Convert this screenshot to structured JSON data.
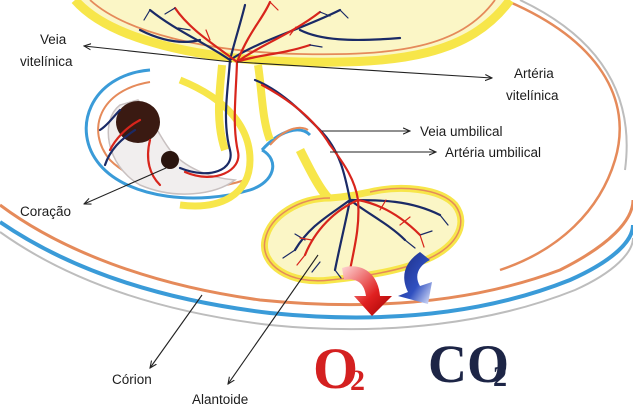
{
  "labels": {
    "veia_vitelinica": [
      "Veia",
      "vitelínica"
    ],
    "arteria_vitelinica": [
      "Artéria",
      "vitelínica"
    ],
    "veia_umbilical": "Veia umbilical",
    "arteria_umbilical": "Artéria umbilical",
    "coracao": "Coração",
    "corion": "Córion",
    "alantoide": "Alantoide"
  },
  "gases": {
    "o2": {
      "symbol": "O",
      "subscript": "2"
    },
    "co2": {
      "symbol": "CO",
      "subscript": "2"
    }
  },
  "colors": {
    "artery": "#d8251c",
    "vein": "#1a2a66",
    "yolk_membrane": "#f7e64a",
    "yolk_fill": "#fbf6c6",
    "outer_membrane": "#e58a5a",
    "blue_membrane": "#3a9bd8",
    "embryo": "#f1eeee",
    "heart": "#3a1a12",
    "o2_text": "#d42020",
    "co2_text": "#1d2546",
    "label_text": "#1c1c1c"
  }
}
